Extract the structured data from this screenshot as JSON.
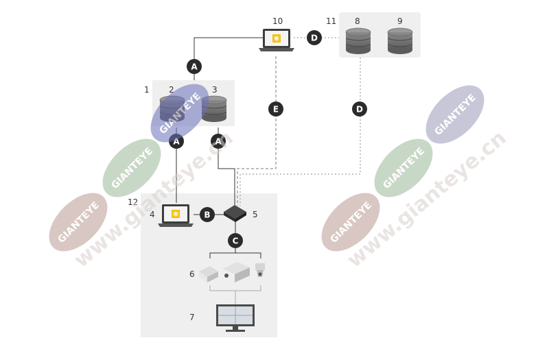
{
  "labels": {
    "n1": "1",
    "n2": "2",
    "n3": "3",
    "n4": "4",
    "n5": "5",
    "n6": "6",
    "n7": "7",
    "n8": "8",
    "n9": "9",
    "n10": "10",
    "n11": "11",
    "n12": "12"
  },
  "connections": {
    "a": "A",
    "b": "B",
    "c": "C",
    "d": "D",
    "e": "E"
  },
  "watermark": {
    "brand": "GIANTEYE",
    "url": "www.gianteye.cn"
  },
  "colors": {
    "badge": "#2b2b2b",
    "zone": "#efefef",
    "line": "#333333",
    "screen_icon": "#f5c200",
    "disk": "#7b7b7b"
  },
  "icons": {
    "laptop": "laptop-icon",
    "storage": "storage-disk-icon",
    "switch": "network-switch-icon",
    "camera": "camera-icon",
    "monitor": "monitor-icon"
  }
}
